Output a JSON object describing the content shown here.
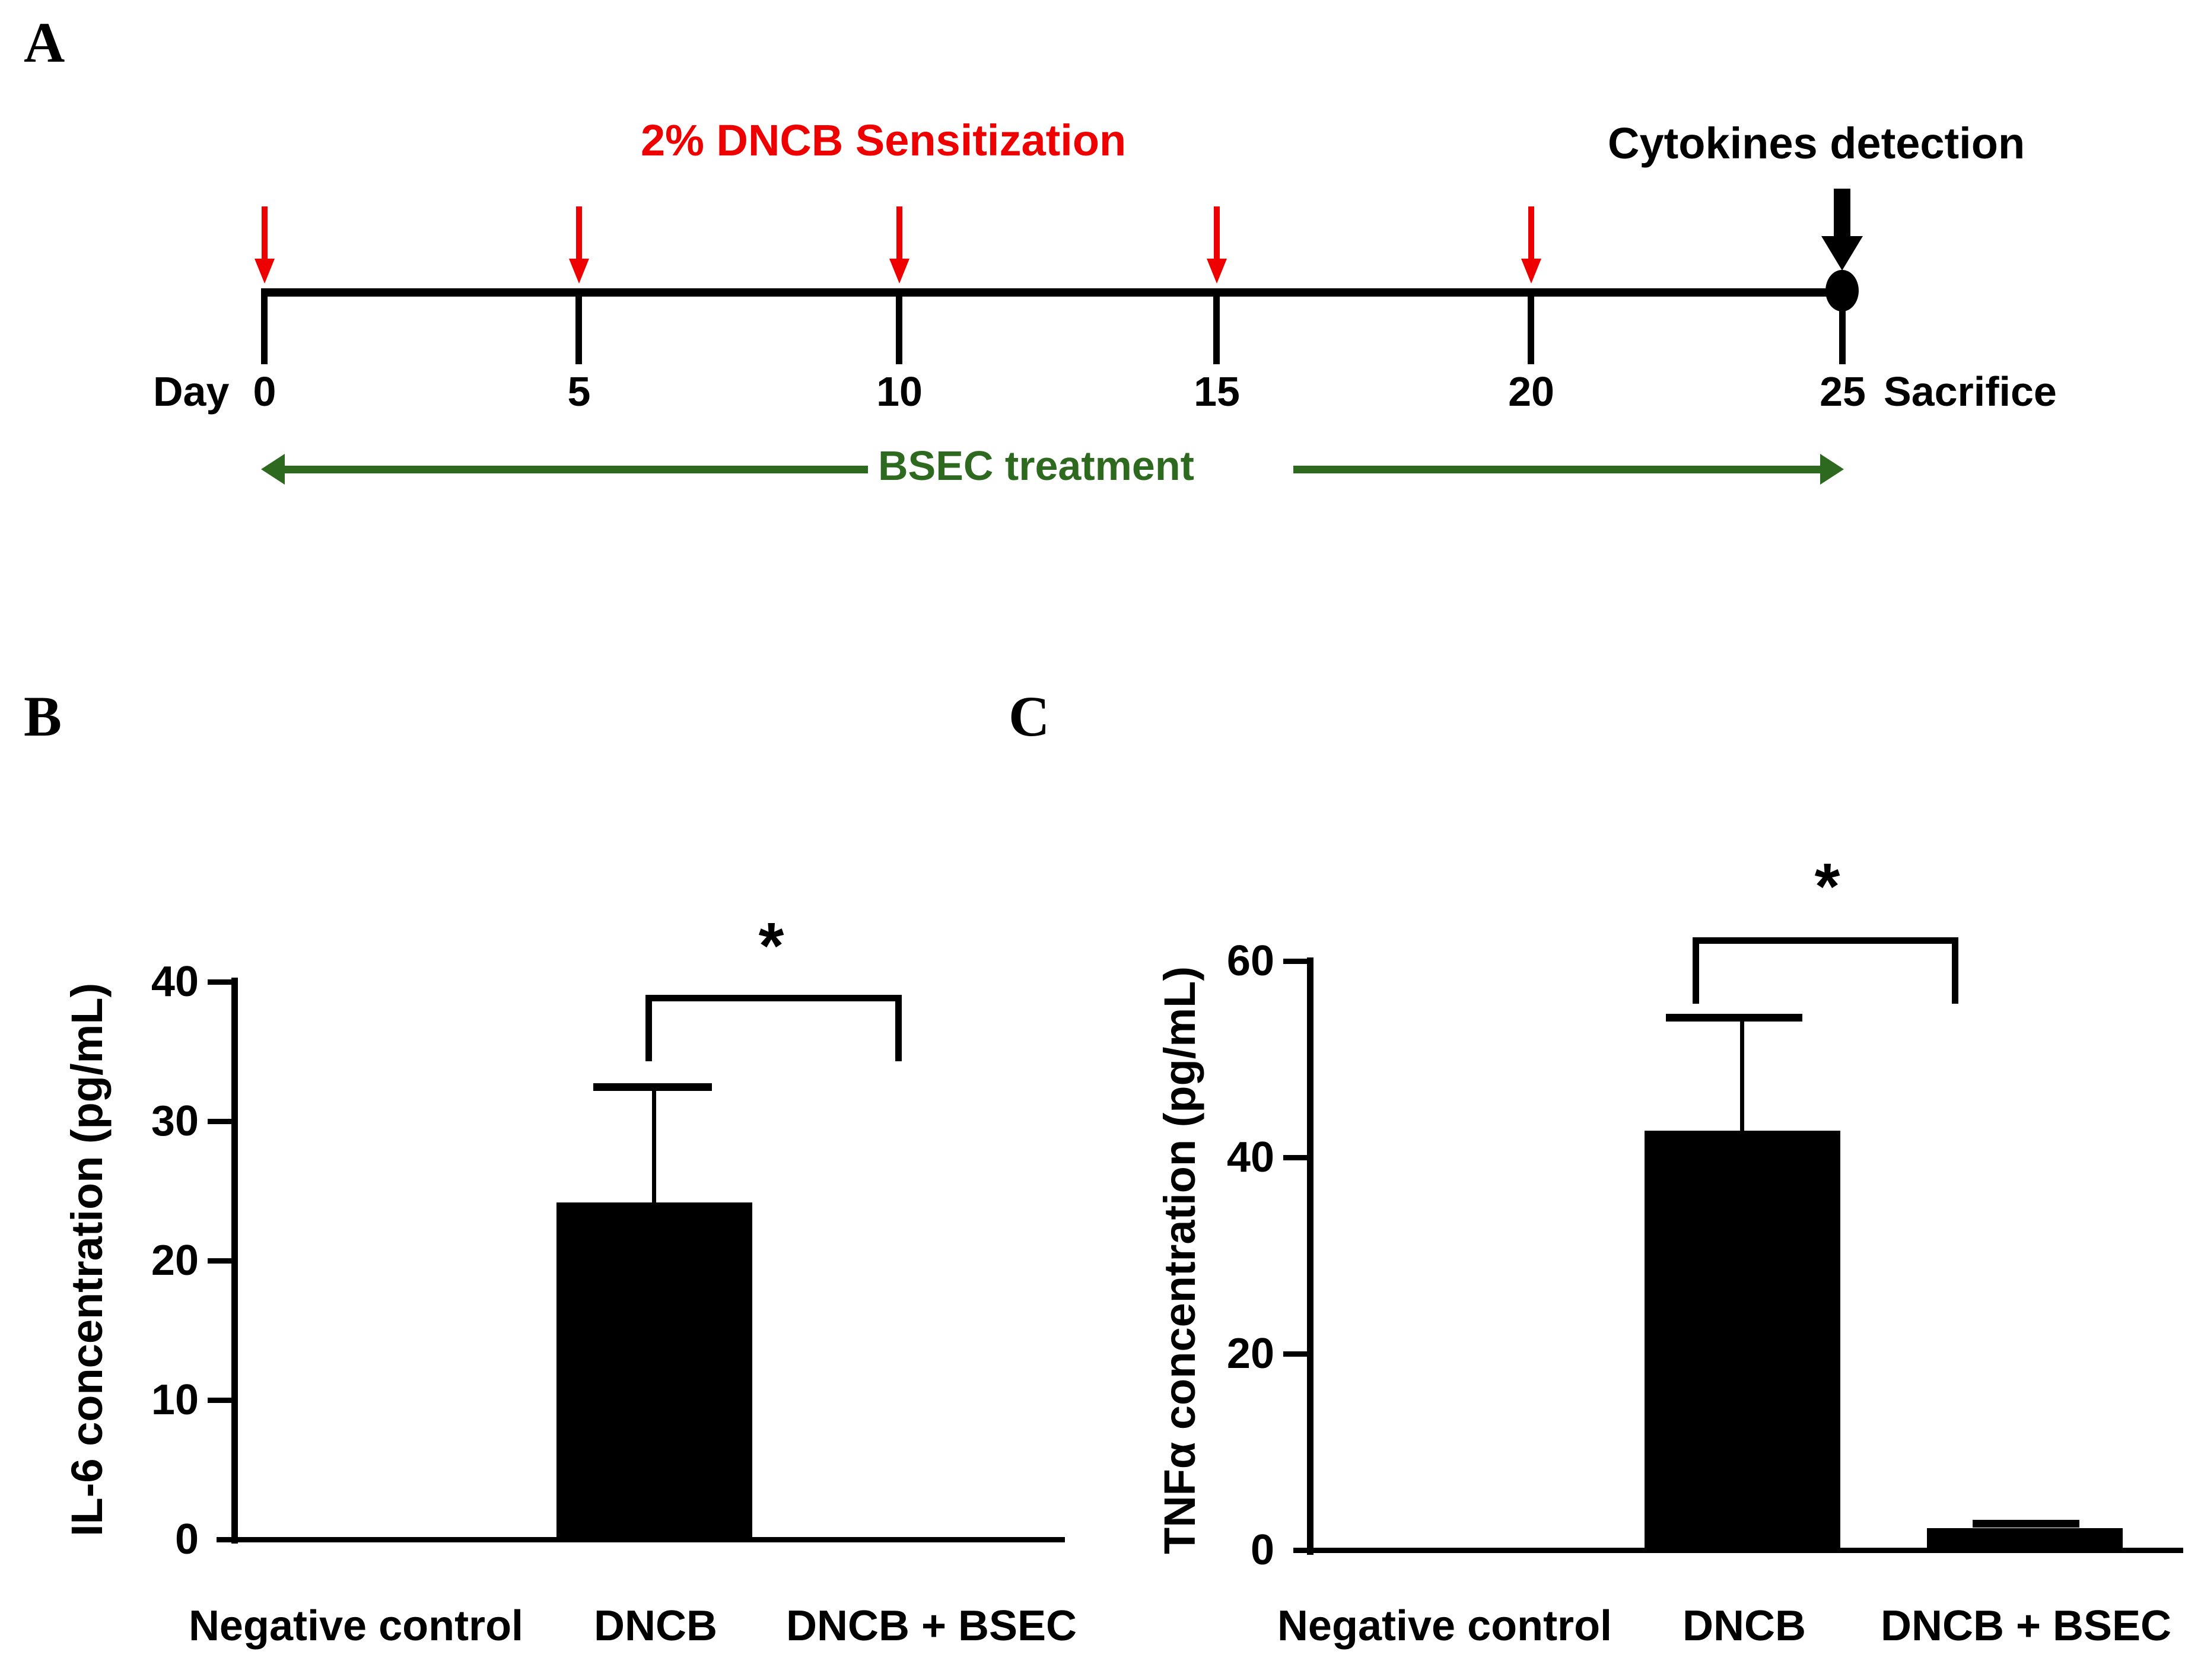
{
  "figure": {
    "panels": [
      {
        "letter": "A",
        "type": "timeline"
      },
      {
        "letter": "B",
        "type": "bar"
      },
      {
        "letter": "C",
        "type": "bar"
      }
    ]
  },
  "panel_a": {
    "letter": "A",
    "sensitization_label": "2% DNCB Sensitization",
    "sensitization_color": "#ee0000",
    "detection_label": "Cytokines detection",
    "sacrifice_label": "Sacrifice",
    "day_prefix": "Day",
    "treatment_label": "BSEC treatment",
    "treatment_color": "#2d6a1f",
    "ticks": [
      {
        "label": "0",
        "day": 0,
        "arrow": "red-down-arrow"
      },
      {
        "label": "5",
        "day": 5,
        "arrow": "red-down-arrow"
      },
      {
        "label": "10",
        "day": 10,
        "arrow": "red-down-arrow"
      },
      {
        "label": "15",
        "day": 15,
        "arrow": "red-down-arrow"
      },
      {
        "label": "20",
        "day": 20,
        "arrow": "red-down-arrow"
      },
      {
        "label": "25",
        "day": 25,
        "arrow": "black-down-arrow"
      }
    ]
  },
  "chart_data": [
    {
      "panel": "B",
      "type": "bar",
      "title": "",
      "xlabel": "",
      "ylabel": "IL-6 concentration (pg/mL)",
      "categories": [
        "Negative control",
        "DNCB",
        "DNCB + BSEC"
      ],
      "values": [
        0,
        24,
        0
      ],
      "errors": [
        0,
        8.3,
        0
      ],
      "yticks": [
        0,
        10,
        20,
        30,
        40
      ],
      "ylim": [
        0,
        40
      ],
      "grid": false,
      "legend": false,
      "bar_color": "#000000",
      "annotations": [
        {
          "text": "*",
          "type": "significance-bracket",
          "from": "DNCB",
          "to": "DNCB + BSEC"
        }
      ]
    },
    {
      "panel": "C",
      "type": "bar",
      "title": "",
      "xlabel": "",
      "ylabel": "TNFα concentration (pg/mL)",
      "categories": [
        "Negative control",
        "DNCB",
        "DNCB + BSEC"
      ],
      "values": [
        0,
        42.5,
        2
      ],
      "errors": [
        0,
        11.5,
        0.3
      ],
      "yticks": [
        0,
        20,
        40,
        60
      ],
      "ylim": [
        0,
        60
      ],
      "grid": false,
      "legend": false,
      "bar_color": "#000000",
      "annotations": [
        {
          "text": "*",
          "type": "significance-bracket",
          "from": "DNCB",
          "to": "DNCB + BSEC"
        }
      ]
    }
  ],
  "panel_b": {
    "letter": "B",
    "ylabel": "IL-6 concentration (pg/mL)",
    "yticks": [
      "40",
      "30",
      "20",
      "10",
      "0"
    ],
    "categories": [
      "Negative control",
      "DNCB",
      "DNCB + BSEC"
    ],
    "star": "*"
  },
  "panel_c": {
    "letter": "C",
    "ylabel": "TNFα concentration (pg/mL)",
    "yticks": [
      "60",
      "40",
      "20",
      "0"
    ],
    "categories": [
      "Negative control",
      "DNCB",
      "DNCB + BSEC"
    ],
    "star": "*"
  }
}
